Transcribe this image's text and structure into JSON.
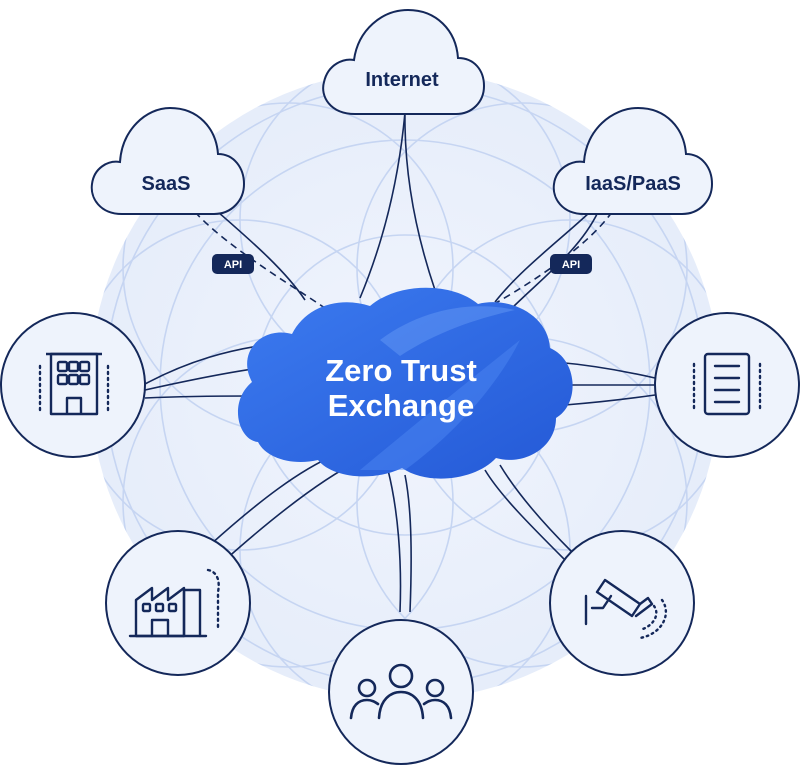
{
  "clouds": {
    "internet": "Internet",
    "saas": "SaaS",
    "iaas_paas": "IaaS/PaaS"
  },
  "hub": {
    "line1": "Zero Trust",
    "line2": "Exchange"
  },
  "connectors": {
    "api_left": "API",
    "api_right": "API"
  },
  "endpoints": [
    {
      "icon": "office-building-icon"
    },
    {
      "icon": "data-center-icon"
    },
    {
      "icon": "factory-icon"
    },
    {
      "icon": "users-icon"
    },
    {
      "icon": "security-camera-icon"
    }
  ],
  "colors": {
    "navy": "#14285a",
    "hub_blue": "#2f6de6",
    "halo": "#e8eefb",
    "rings": "#c6d5f2"
  }
}
